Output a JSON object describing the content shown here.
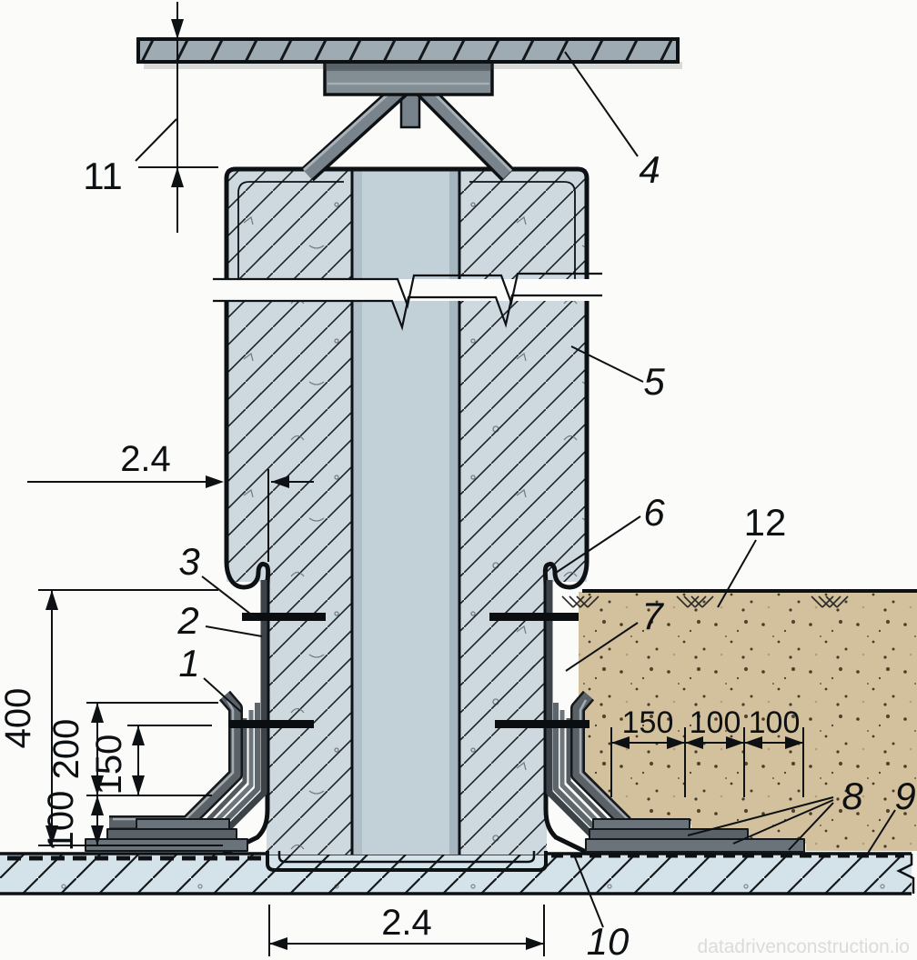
{
  "drawing": {
    "type": "construction-detail-section",
    "watermark": "datadrivenconstruction.io",
    "callouts": {
      "c1": "1",
      "c2": "2",
      "c3": "3",
      "c4": "4",
      "c5": "5",
      "c6": "6",
      "c7": "7",
      "c8": "8",
      "c9": "9",
      "c10": "10",
      "c11": "11",
      "c12": "12"
    },
    "dims": {
      "wall_offset": "2.4",
      "base_width": "2.4",
      "v400": "400",
      "v200": "200",
      "v150": "150",
      "v100": "100",
      "soil_150": "150",
      "soil_100a": "100",
      "soil_100b": "100"
    },
    "colors": {
      "outline": "#0e1114",
      "concrete_wall": "#cdd9df",
      "concrete_core": "#c2d0d8",
      "slab": "#9fabb2",
      "steel": "#79838b",
      "steel_dark": "#5f686e",
      "steel_light": "#a9b2b8",
      "membrane": "#5a6268",
      "membrane_dark": "#3c4247",
      "soil": "#d3c09c",
      "foundation": "#d4e3ea",
      "background": "#fbfbf9"
    }
  }
}
